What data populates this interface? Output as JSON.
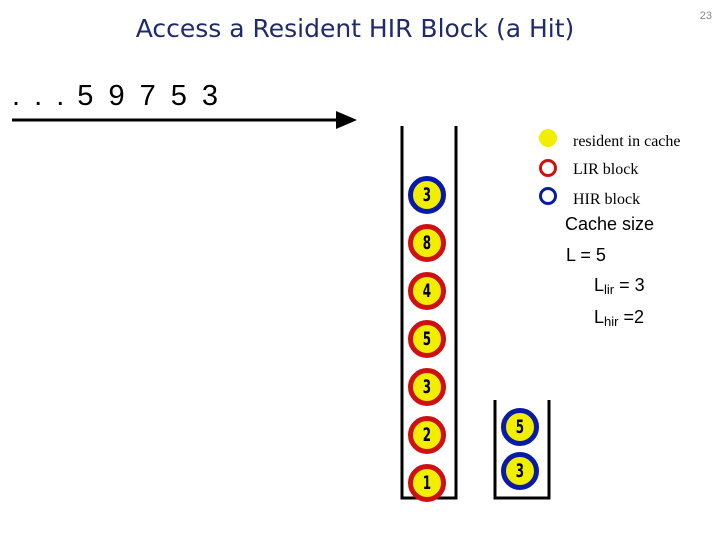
{
  "slide": {
    "title": "Access a Resident HIR Block (a Hit)",
    "page_number": "23"
  },
  "sequence": {
    "prefix": ". . .",
    "items": [
      "5",
      "9",
      "7",
      "5",
      "3"
    ]
  },
  "stack_s": [
    {
      "label": "3",
      "type": "hir"
    },
    {
      "label": "8",
      "type": "lir"
    },
    {
      "label": "4",
      "type": "lir"
    },
    {
      "label": "5",
      "type": "lir"
    },
    {
      "label": "3",
      "type": "lir"
    },
    {
      "label": "2",
      "type": "lir"
    },
    {
      "label": "1",
      "type": "lir"
    }
  ],
  "stack_q": [
    {
      "label": "5",
      "type": "hir"
    },
    {
      "label": "3",
      "type": "hir"
    }
  ],
  "legend": {
    "resident": "resident in cache",
    "lir": "LIR block",
    "hir": "HIR block"
  },
  "cache_info": {
    "title": "Cache size",
    "l_line": "L = 5",
    "lir_symbol": "L",
    "lir_sub": "lir",
    "lir_value": " = 3",
    "hir_symbol": "L",
    "hir_sub": "hir",
    "hir_value": " =2"
  },
  "colors": {
    "resident_fill": "#f2ee00",
    "lir_border": "#d01010",
    "hir_border": "#0a1aa8",
    "title": "#1f2a6b"
  }
}
